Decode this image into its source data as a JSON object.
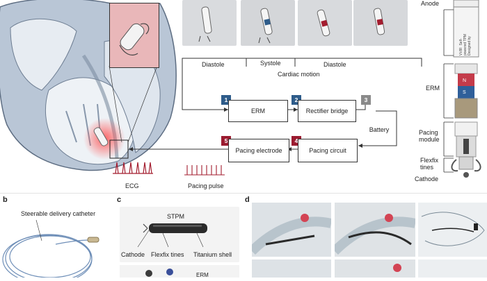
{
  "panel_a": {
    "phases": [
      {
        "label": "Diastole"
      },
      {
        "label": "Systole"
      },
      {
        "label": "Diastole"
      }
    ],
    "cardiac_motion_label": "Cardiac motion",
    "flow": {
      "boxes": [
        {
          "num": "1",
          "label": "ERM",
          "color": "#2e5c8a"
        },
        {
          "num": "2",
          "label": "Rectifier bridge",
          "color": "#2e5c8a"
        },
        {
          "num": "3",
          "label": "Battery",
          "color": "#8a8a8a"
        },
        {
          "num": "4",
          "label": "Pacing circuit",
          "color": "#9b1b30"
        },
        {
          "num": "5",
          "label": "Pacing electrode",
          "color": "#9b1b30"
        }
      ]
    },
    "ecg_label": "ECG",
    "pacing_pulse_label": "Pacing pulse",
    "device_labels": {
      "anode": "Anode",
      "erm": "ERM",
      "pacing_module": "Pacing module",
      "flexfix_tines": "Flexfix tines",
      "cathode": "Cathode"
    },
    "device_body_text": [
      "Self-powered",
      "TPM",
      "Designed by",
      "VVIR"
    ],
    "magnet_n": "N",
    "magnet_s": "S"
  },
  "panel_b": {
    "letter": "b",
    "title": "Steerable delivery catheter"
  },
  "panel_c": {
    "letter": "c",
    "title": "STPM",
    "labels": {
      "cathode": "Cathode",
      "flexfix": "Flexfix tines",
      "shell": "Titanium shell"
    },
    "bottom_label": "ERM"
  },
  "panel_d": {
    "letter": "d"
  },
  "colors": {
    "erm_blue": "#2e5c8a",
    "battery_gray": "#8a8a8a",
    "pacing_red": "#9b1b30"
  }
}
